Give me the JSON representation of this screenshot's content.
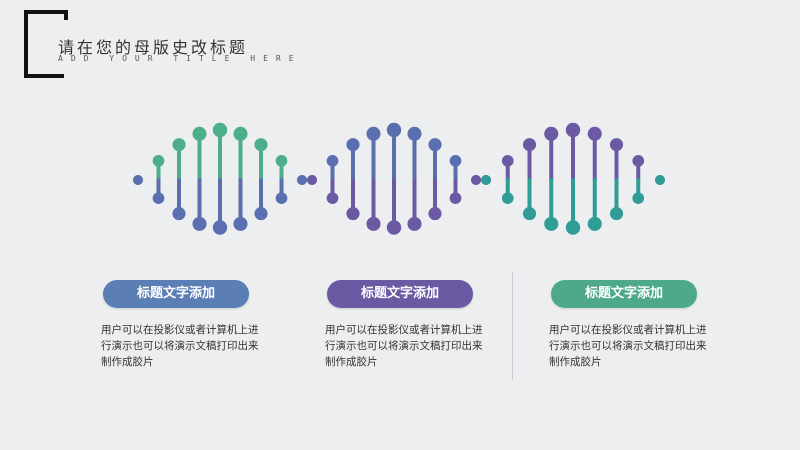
{
  "header": {
    "title": "请在您的母版史改标题",
    "subtitle": "ADD YOUR TITLE HERE"
  },
  "colors": {
    "green": "#4dae8a",
    "blue_purple": "#5a6fb0",
    "purple": "#6b59a3",
    "teal": "#2f9c96",
    "background": "#eceef0"
  },
  "sections": [
    {
      "label": "标题文字添加",
      "color": "#5b7fb4",
      "text": "用户可以在投影仪或者计算机上进行演示也可以将演示文稿打印出来制作成胶片"
    },
    {
      "label": "标题文字添加",
      "color": "#6a5aa4",
      "text": "用户可以在投影仪或者计算机上进行演示也可以将演示文稿打印出来制作成胶片"
    },
    {
      "label": "标题文字添加",
      "color": "#4ea98c",
      "text": "用户可以在投影仪或者计算机上进行演示也可以将演示文稿打印出来制作成胶片"
    }
  ]
}
